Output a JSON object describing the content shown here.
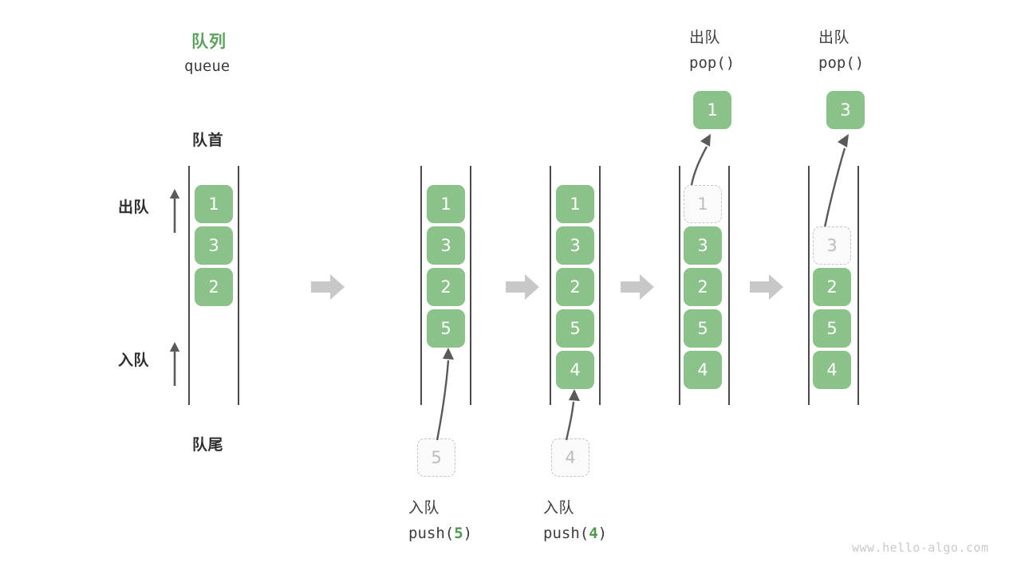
{
  "diagram": {
    "title_cn": "队列",
    "title_en": "queue",
    "front_label": "队首",
    "rear_label": "队尾",
    "dequeue_label": "出队",
    "enqueue_label": "入队",
    "watermark": "www.hello-algo.com",
    "accent_color": "#5da25d",
    "cell_color": "#8ac28a",
    "ghost_color": "#c5c5c5",
    "rail_color": "#4a4a4a",
    "step_arrow_color": "#c8c8c8"
  },
  "steps": [
    {
      "id": "state-initial",
      "caption_cn": "",
      "caption_code": "",
      "cells": [
        {
          "value": "1",
          "state": "filled"
        },
        {
          "value": "3",
          "state": "filled"
        },
        {
          "value": "2",
          "state": "filled"
        }
      ]
    },
    {
      "id": "state-after-push-5",
      "caption_cn": "入队",
      "caption_code_prefix": "push(",
      "caption_code_arg": "5",
      "caption_code_suffix": ")",
      "incoming": {
        "value": "5",
        "state": "ghost"
      },
      "cells": [
        {
          "value": "1",
          "state": "filled"
        },
        {
          "value": "3",
          "state": "filled"
        },
        {
          "value": "2",
          "state": "filled"
        },
        {
          "value": "5",
          "state": "filled"
        }
      ]
    },
    {
      "id": "state-after-push-4",
      "caption_cn": "入队",
      "caption_code_prefix": "push(",
      "caption_code_arg": "4",
      "caption_code_suffix": ")",
      "incoming": {
        "value": "4",
        "state": "ghost"
      },
      "cells": [
        {
          "value": "1",
          "state": "filled"
        },
        {
          "value": "3",
          "state": "filled"
        },
        {
          "value": "2",
          "state": "filled"
        },
        {
          "value": "5",
          "state": "filled"
        },
        {
          "value": "4",
          "state": "filled"
        }
      ]
    },
    {
      "id": "state-after-pop-1",
      "caption_cn": "出队",
      "caption_code": "pop()",
      "popped": {
        "value": "1",
        "state": "filled"
      },
      "cells": [
        {
          "value": "1",
          "state": "ghost"
        },
        {
          "value": "3",
          "state": "filled"
        },
        {
          "value": "2",
          "state": "filled"
        },
        {
          "value": "5",
          "state": "filled"
        },
        {
          "value": "4",
          "state": "filled"
        }
      ]
    },
    {
      "id": "state-after-pop-3",
      "caption_cn": "出队",
      "caption_code": "pop()",
      "popped": {
        "value": "3",
        "state": "filled"
      },
      "cells": [
        {
          "value": "",
          "state": "empty"
        },
        {
          "value": "3",
          "state": "ghost"
        },
        {
          "value": "2",
          "state": "filled"
        },
        {
          "value": "5",
          "state": "filled"
        },
        {
          "value": "4",
          "state": "filled"
        }
      ]
    }
  ]
}
